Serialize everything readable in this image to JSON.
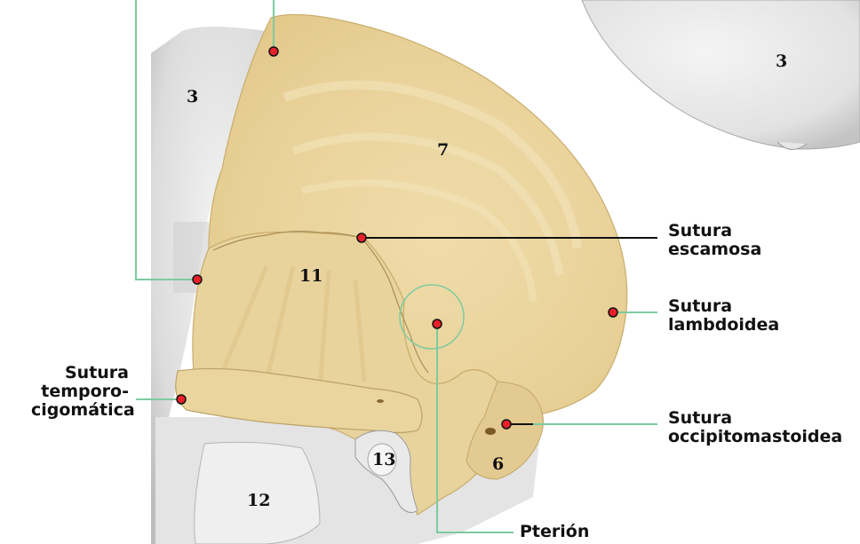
{
  "bone_numbers": {
    "n3_left": "3",
    "n3_right": "3",
    "n7": "7",
    "n11": "11",
    "n6": "6",
    "n13": "13",
    "n12": "12"
  },
  "labels": {
    "sutura_escamosa": [
      "Sutura",
      "escamosa"
    ],
    "sutura_lambdoidea": [
      "Sutura",
      "lambdoidea"
    ],
    "sutura_temporocigomatica": [
      "Sutura",
      "temporo-",
      "cigomática"
    ],
    "sutura_occipitomastoidea": [
      "Sutura",
      "occipitomastoidea"
    ],
    "pterion": [
      "Pterión"
    ]
  },
  "colors": {
    "leader_line": "#7dcba0",
    "bone_highlight": "#ecd8a2",
    "bone_gray": "#d9d9d9",
    "point": "#e8202a",
    "label_text": "#111111"
  }
}
